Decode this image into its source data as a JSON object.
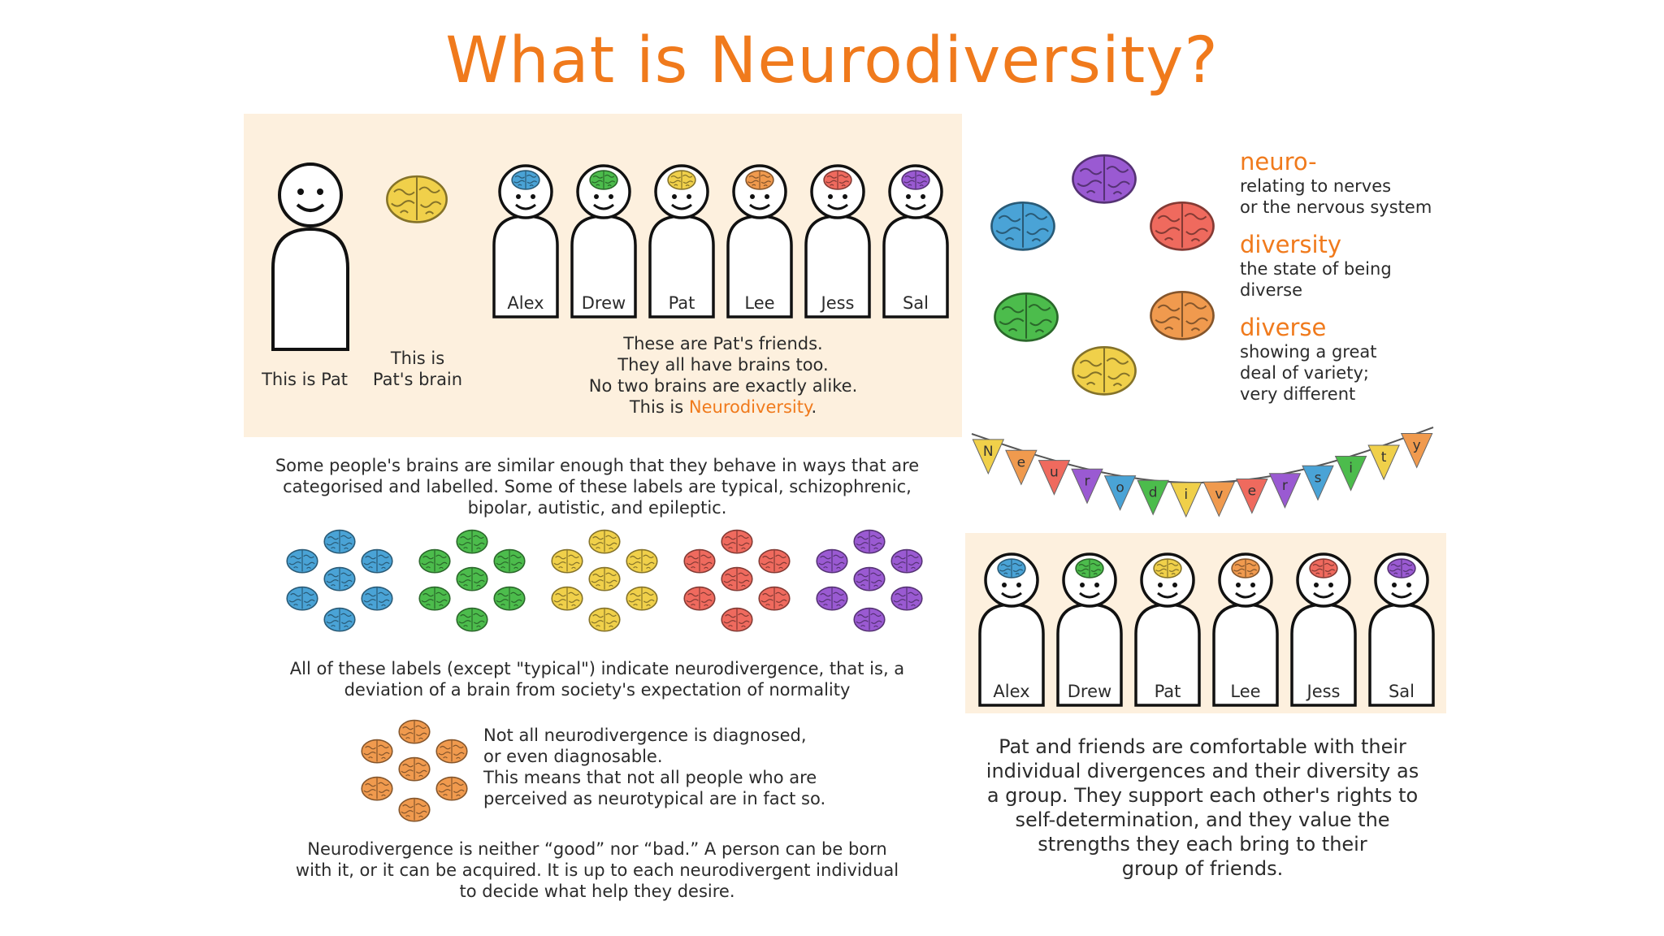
{
  "title": "What is Neurodiversity?",
  "colors": {
    "accent": "#f07a1c",
    "panel": "#fdf0de",
    "blue": "#4aa3d6",
    "green": "#4cbc4c",
    "yellow": "#f0d04a",
    "orange": "#f09a4e",
    "red": "#ef6a5e",
    "purple": "#9a5ad2"
  },
  "intro": {
    "pat_caption": "This is Pat",
    "brain_caption_line1": "This is",
    "brain_caption_line2": "Pat's brain",
    "friends": [
      "Alex",
      "Drew",
      "Pat",
      "Lee",
      "Jess",
      "Sal"
    ],
    "friends_text": {
      "line1": "These are Pat's friends.",
      "line2": "They all have brains too.",
      "line3": "No two brains are exactly alike.",
      "line4_prefix": "This is ",
      "line4_highlight": "Neurodiversity",
      "line4_suffix": "."
    }
  },
  "definitions": [
    {
      "term": "neuro-",
      "desc_line1": "relating to nerves",
      "desc_line2": "or the nervous system",
      "desc_line3": ""
    },
    {
      "term": "diversity",
      "desc_line1": "the state of being",
      "desc_line2": "diverse",
      "desc_line3": ""
    },
    {
      "term": "diverse",
      "desc_line1": "showing a great",
      "desc_line2": "deal of variety;",
      "desc_line3": "very different"
    }
  ],
  "bunting_letters": [
    "N",
    "e",
    "u",
    "r",
    "o",
    "d",
    "i",
    "v",
    "e",
    "r",
    "s",
    "i",
    "t",
    "y"
  ],
  "labels_paragraph": {
    "line1": "Some people's brains are similar enough that they behave in ways that are",
    "line2": "categorised and labelled. Some of these labels are typical, schizophrenic,",
    "line3": "bipolar, autistic, and epileptic."
  },
  "divergence_paragraph": {
    "line1": "All of these labels (except \"typical\") indicate neurodivergence, that is, a",
    "line2": "deviation of a brain from society's expectation of normality"
  },
  "diagnosis_paragraph": {
    "line1": "Not all neurodivergence is diagnosed,",
    "line2": "or even diagnosable.",
    "line3": "This means that not all people who are",
    "line4": "perceived as neurotypical are in fact so."
  },
  "good_bad_paragraph": {
    "line1": "Neurodivergence is neither “good” nor “bad.” A person can be born",
    "line2": "with it, or it can be acquired. It is up to each neurodivergent individual",
    "line3": "to decide what help they desire."
  },
  "group_paragraph": {
    "line1": "Pat and friends are comfortable with their",
    "line2": "individual divergences and their diversity as",
    "line3": "a group. They support each other's rights to",
    "line4": "self-determination, and they value the",
    "line5": "strengths they each bring to their",
    "line6": "group of friends."
  }
}
